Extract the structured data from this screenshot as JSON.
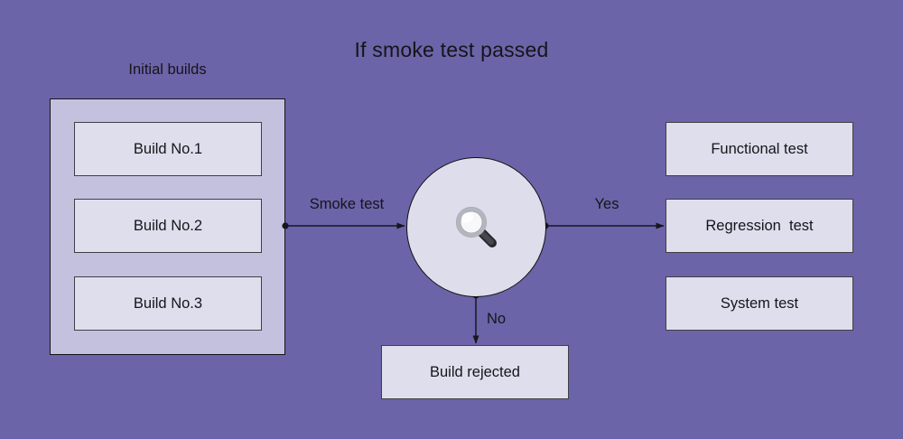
{
  "title": "If smoke test passed",
  "colors": {
    "background": "#6B64A8",
    "group_fill": "#C4C1DE",
    "node_fill": "#DFDEEC",
    "circle_fill": "#DEDDEB",
    "connector": "#16161F",
    "text": "#14151A"
  },
  "initial_builds": {
    "label": "Initial builds",
    "builds": [
      "Build No.1",
      "Build No.2",
      "Build No.3"
    ]
  },
  "decision": {
    "icon": "magnifier-icon"
  },
  "edge_labels": {
    "smoke_test": "Smoke test",
    "yes": "Yes",
    "no": "No"
  },
  "test_nodes": [
    "Functional test",
    "Regression  test",
    "System test"
  ],
  "rejected_node": "Build rejected"
}
